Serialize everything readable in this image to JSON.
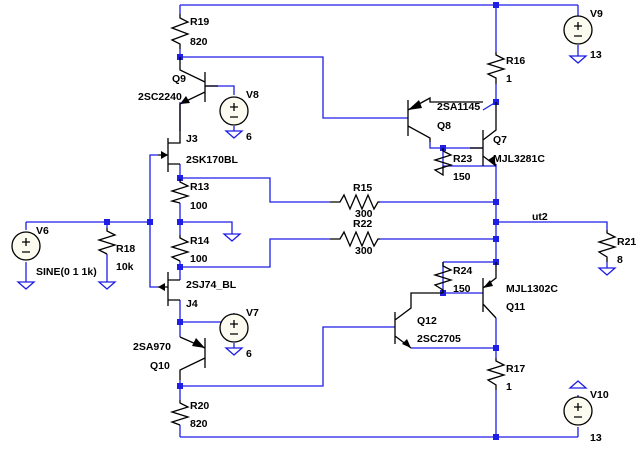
{
  "labels": {
    "R19": "R19",
    "R19_val": "820",
    "Q9": "Q9",
    "Q9_type": "2SC2240",
    "V8": "V8",
    "V8_val": "6",
    "J3": "J3",
    "J3_type": "2SK170BL",
    "R13": "R13",
    "R13_val": "100",
    "R14": "R14",
    "R14_val": "100",
    "J4": "J4",
    "J4_type": "2SJ74_BL",
    "V7": "V7",
    "V7_val": "6",
    "Q10": "Q10",
    "Q10_type": "2SA970",
    "R20": "R20",
    "R20_val": "820",
    "V6": "V6",
    "V6_val": "SINE(0 1 1k)",
    "R18": "R18",
    "R18_val": "10k",
    "V9": "V9",
    "V9_val": "13",
    "R16": "R16",
    "R16_val": "1",
    "Q8": "Q8",
    "Q8_type": "2SA1145",
    "Q7": "Q7",
    "Q7_type": "MJL3281C",
    "R23": "R23",
    "R23_val": "150",
    "R15": "R15",
    "R15_val": "300",
    "R22": "R22",
    "R22_val": "300",
    "net_out": "ut2",
    "R21": "R21",
    "R21_val": "8",
    "R24": "R24",
    "R24_val": "150",
    "Q11": "Q11",
    "Q11_type": "MJL1302C",
    "Q12": "Q12",
    "Q12_type": "2SC2705",
    "R17": "R17",
    "R17_val": "1",
    "V10": "V10",
    "V10_val": "13"
  },
  "colors": {
    "wire": "#1e1ee6",
    "component": "#000000",
    "source_fill": "#fbfbf0",
    "background": "#ffffff"
  }
}
